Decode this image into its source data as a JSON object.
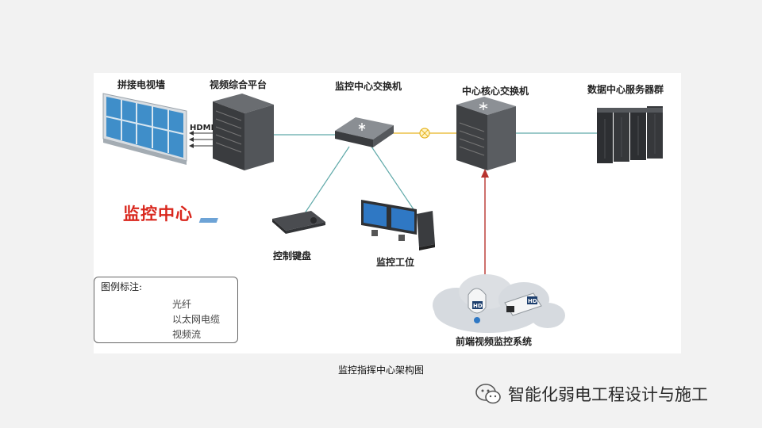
{
  "diagram": {
    "nodes": {
      "video_wall": "拼接电视墙",
      "video_platform": "视频综合平台",
      "monitor_switch": "监控中心交换机",
      "core_switch": "中心核心交换机",
      "server_cluster": "数据中心服务器群",
      "control_keyboard": "控制键盘",
      "workstation": "监控工位",
      "frontend": "前端视频监控系统"
    },
    "hdmi_label": "HDMI",
    "hd_label": "HD",
    "center_title": "监控中心",
    "legend": {
      "title": "图例标注:",
      "items": [
        {
          "label": "光纤",
          "color": "#e6b422"
        },
        {
          "label": "以太网电缆",
          "color": "#5fa9a9"
        },
        {
          "label": "视频流",
          "color": "#b8332e"
        }
      ]
    }
  },
  "caption": "监控指挥中心架构图",
  "watermark": "智能化弱电工程设计与施工"
}
